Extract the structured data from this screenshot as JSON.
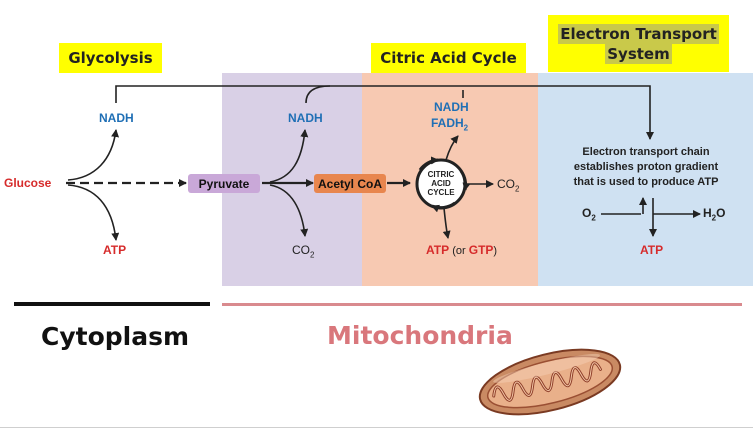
{
  "stages": {
    "glycolysis": "Glycolysis",
    "citric_acid_cycle": "Citric Acid Cycle",
    "electron_transport_line1": "Electron Transport",
    "electron_transport_line2": "System"
  },
  "molecules": {
    "glucose": "Glucose",
    "pyruvate": "Pyruvate",
    "acetyl_coa": "Acetyl CoA",
    "nadh": "NADH",
    "fadh2_base": "FADH",
    "fadh2_sub": "2",
    "atp": "ATP",
    "co2_base": "CO",
    "co2_sub": "2",
    "o2_base": "O",
    "o2_sub": "2",
    "h2o_h": "H",
    "h2o_sub": "2",
    "h2o_o": "O",
    "or_gtp_open": "(or ",
    "gtp": "GTP",
    "or_gtp_close": ")"
  },
  "cycle": {
    "line1": "CITRIC",
    "line2": "ACID",
    "line3": "CYCLE"
  },
  "etc_description": {
    "line1": "Electron transport chain",
    "line2": "establishes proton gradient",
    "line3": "that is used to produce ATP"
  },
  "locations": {
    "cytoplasm": "Cytoplasm",
    "mitochondria": "Mitochondria"
  },
  "colors": {
    "purple_panel": "#d9d0e6",
    "salmon_panel": "#f7c9b2",
    "blue_panel": "#cfe1f2",
    "highlight": "#ffff00",
    "blue_text": "#1f6fb5",
    "red_text": "#d62b2b",
    "pyruvate_box": "#c9a8d8",
    "acetyl_box": "#e8864e",
    "mitochondria_text": "#d9777c"
  }
}
